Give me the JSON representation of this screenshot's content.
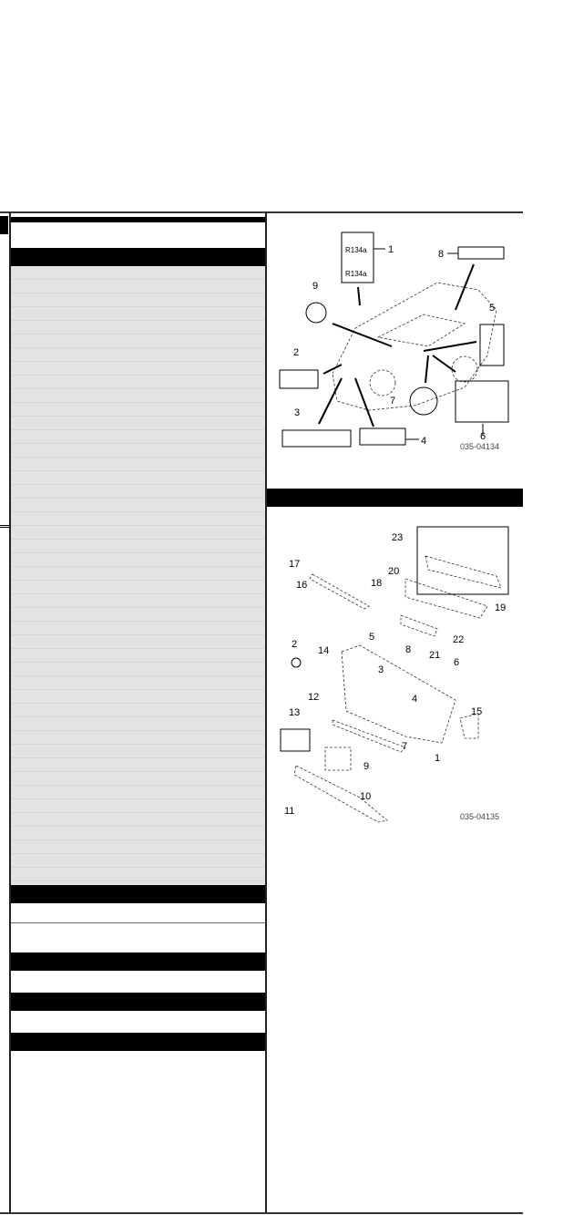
{
  "figure_top": {
    "code": "035-04134",
    "callouts": [
      "1",
      "2",
      "3",
      "4",
      "5",
      "6",
      "7",
      "8",
      "9"
    ],
    "label_1_text": [
      "R134a",
      "R134a"
    ]
  },
  "figure_bottom": {
    "code": "035-04135",
    "callouts": [
      "1",
      "2",
      "3",
      "4",
      "5",
      "6",
      "7",
      "8",
      "9",
      "10",
      "11",
      "12",
      "13",
      "14",
      "15",
      "16",
      "17",
      "18",
      "19",
      "20",
      "21",
      "22",
      "23"
    ]
  }
}
